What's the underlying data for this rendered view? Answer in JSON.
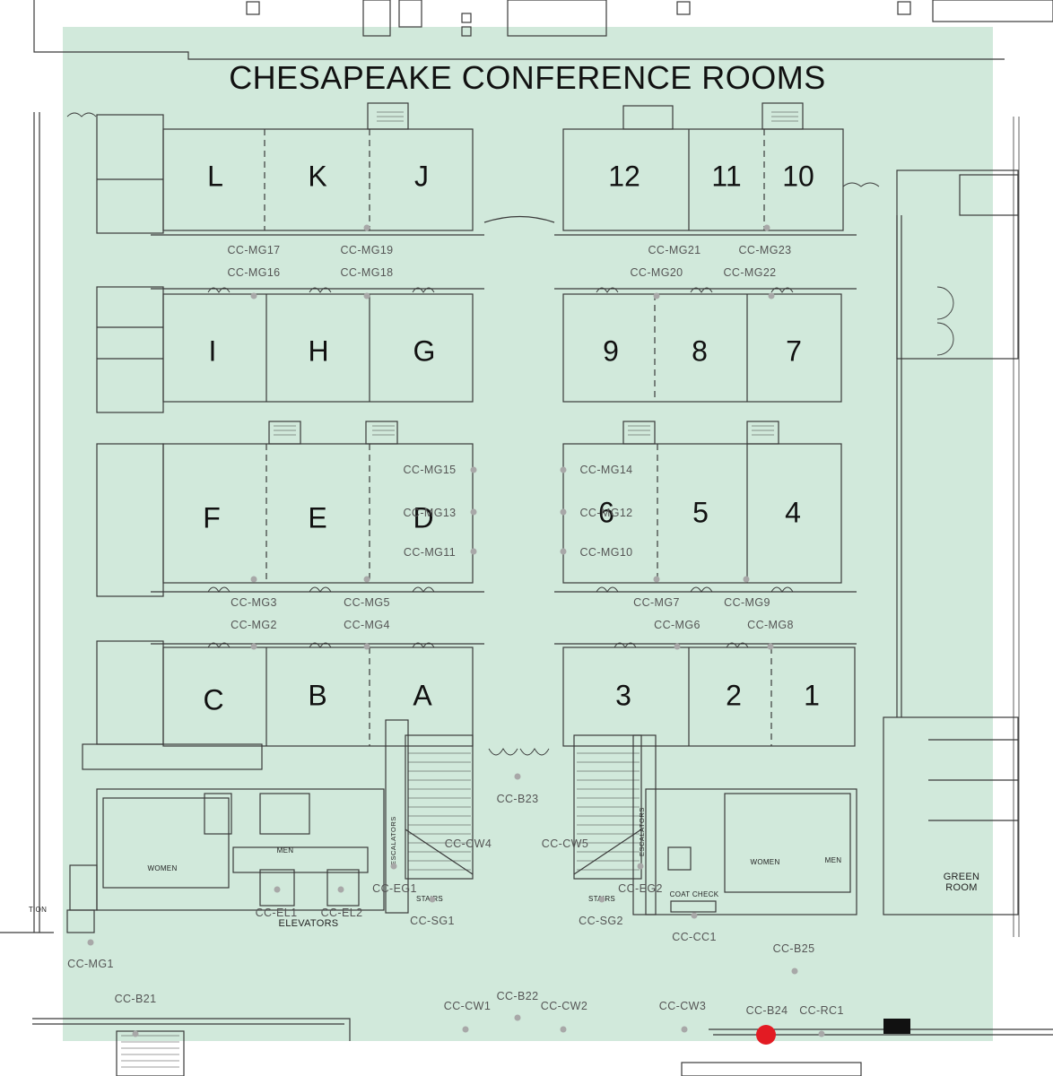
{
  "title": "CHESAPEAKE CONFERENCE ROOMS",
  "colors": {
    "shaded_area": "#d1e9db",
    "walls": "#3a3a3a",
    "point": "#a8a8a8",
    "you_are_here": "#e31b23"
  },
  "rooms": {
    "L": "L",
    "K": "K",
    "J": "J",
    "r12": "12",
    "r11": "11",
    "r10": "10",
    "I": "I",
    "H": "H",
    "G": "G",
    "r9": "9",
    "r8": "8",
    "r7": "7",
    "F": "F",
    "E": "E",
    "D": "D",
    "C6": "6",
    "r5": "5",
    "r4": "4",
    "C": "C",
    "B": "B",
    "A": "A",
    "r3": "3",
    "r2": "2",
    "r1": "1"
  },
  "facilities": {
    "women_left": "WOMEN",
    "men_left": "MEN",
    "elevators": "ELEVATORS",
    "escalators_left": "ESCALATORS",
    "escalators_right": "ESCALATORS",
    "stairs_left": "STAIRS",
    "stairs_right": "STAIRS",
    "coat_check": "COAT CHECK",
    "women_right": "WOMEN",
    "men_right": "MEN",
    "green_room_1": "GREEN",
    "green_room_2": "ROOM",
    "cut_text": "TION"
  },
  "points": {
    "mg17": "CC-MG17",
    "mg19": "CC-MG19",
    "mg21": "CC-MG21",
    "mg23": "CC-MG23",
    "mg16": "CC-MG16",
    "mg18": "CC-MG18",
    "mg20": "CC-MG20",
    "mg22": "CC-MG22",
    "mg15": "CC-MG15",
    "mg14": "CC-MG14",
    "mg13": "CC-MG13",
    "mg12": "CC-MG12",
    "mg11": "CC-MG11",
    "mg10": "CC-MG10",
    "mg3": "CC-MG3",
    "mg5": "CC-MG5",
    "mg7": "CC-MG7",
    "mg9": "CC-MG9",
    "mg2": "CC-MG2",
    "mg4": "CC-MG4",
    "mg6": "CC-MG6",
    "mg8": "CC-MG8",
    "b23": "CC-B23",
    "cw4": "CC-CW4",
    "cw5": "CC-CW5",
    "eg1": "CC-EG1",
    "eg2": "CC-EG2",
    "el1": "CC-EL1",
    "el2": "CC-EL2",
    "sg1": "CC-SG1",
    "sg2": "CC-SG2",
    "cc1": "CC-CC1",
    "b25": "CC-B25",
    "mg1": "CC-MG1",
    "b21": "CC-B21",
    "b22": "CC-B22",
    "cw1": "CC-CW1",
    "cw2": "CC-CW2",
    "cw3": "CC-CW3",
    "b24": "CC-B24",
    "rc1": "CC-RC1"
  }
}
